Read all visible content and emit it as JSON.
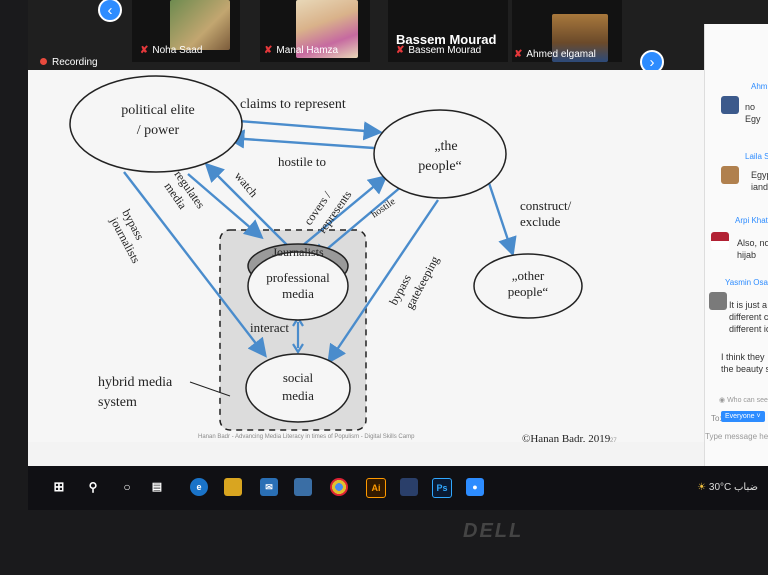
{
  "zoom": {
    "participants": [
      {
        "name": "Noha Saad"
      },
      {
        "name": "Manal Hamza"
      },
      {
        "name": "Bassem Mourad",
        "big_name": "Bassem Mourad"
      },
      {
        "name": "Ahmed elgamal"
      }
    ],
    "recording_label": "Recording"
  },
  "slide": {
    "nodes": {
      "political_elite": "political elite",
      "power": "/ power",
      "the": "„the",
      "people": "people“",
      "professional": "professional",
      "media": "media",
      "journalists": "Journalists",
      "social": "social",
      "social_media": "media",
      "other": "„other",
      "other_people": "people“"
    },
    "edges": {
      "claims": "claims to represent",
      "hostile": "hostile to",
      "regulates": "regulates",
      "regulates2": "media",
      "watch": "watch",
      "covers": "covers /",
      "represents": "represents",
      "hostile_small": "hostile",
      "bypass": "bypass",
      "journalists": "journalists",
      "bypass2": "bypass",
      "gatekeeping": "gatekeeping",
      "construct": "construct/",
      "exclude": "exclude",
      "interact": "interact"
    },
    "hybrid1": "hybrid media",
    "hybrid2": "system",
    "footer": "Hanan Badr - Advancing Media Literacy in times of Populism - Digital Skills Camp",
    "copyright": "©Hanan Badr, 2019",
    "page": "27"
  },
  "chat": {
    "messages": [
      {
        "sender": "Ahm",
        "lines": [
          "no",
          "Egy"
        ]
      },
      {
        "sender": "Laila S",
        "lines": [
          "Egyp",
          "iand l"
        ]
      },
      {
        "sender": "Arpi Khat",
        "lines": [
          "Also, no",
          "hijab"
        ]
      },
      {
        "sender": "Yasmin Osan",
        "lines": [
          "It is just a",
          "different c",
          "different ic"
        ]
      },
      {
        "sender": "",
        "lines": [
          "I think they",
          "the beauty s"
        ]
      }
    ],
    "who_can_see": "Who can see",
    "to_label": "To:",
    "to_value": "Everyone",
    "placeholder": "Type message here..."
  },
  "taskbar": {
    "temperature": "30°C",
    "weather": "ضباب"
  },
  "laptop_logo": "DELL"
}
